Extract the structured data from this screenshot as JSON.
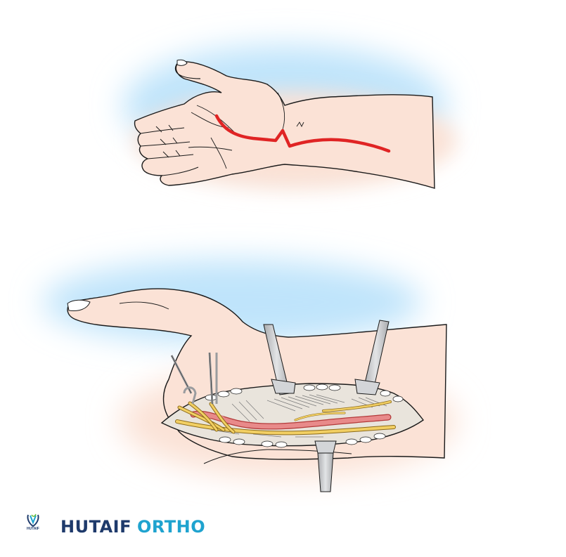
{
  "brand": {
    "logo_text": "HUTAIF",
    "name_part1": "HUTAIF",
    "name_part2": "ORTHO"
  },
  "icons": {
    "logo": "hutaif-ortho-logo-icon"
  },
  "colors": {
    "skin": "#fbe2d6",
    "glow_blue": "#bfe4fb",
    "incision_red": "#e02424",
    "artery": "#e88a8a",
    "nerve_yellow": "#f2cf63",
    "retractor_gray": "#c4c6c9",
    "outline": "#1a1a1a",
    "brand_dark": "#1e3a6b",
    "brand_light": "#1fa3cf"
  }
}
